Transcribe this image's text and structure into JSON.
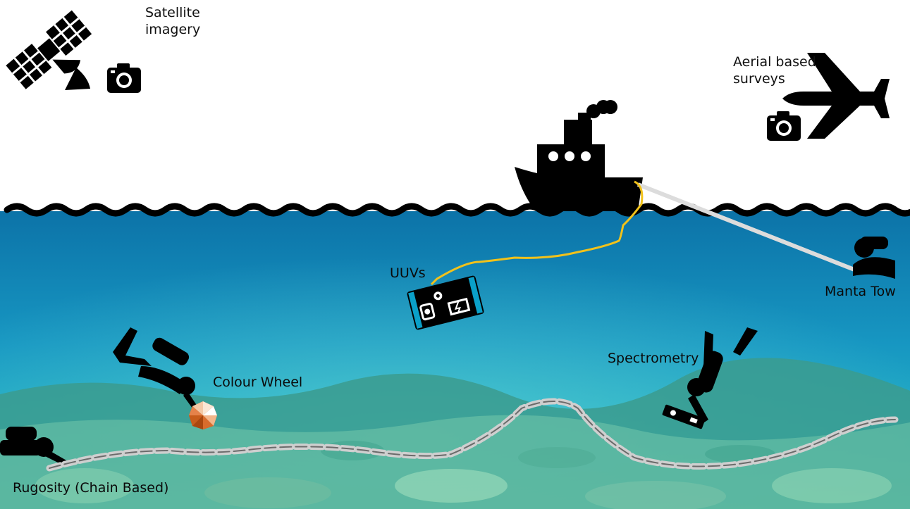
{
  "labels": {
    "satellite": [
      "Satellite",
      "imagery"
    ],
    "aerial": [
      "Aerial based",
      "surveys"
    ],
    "uuvs": "UUVs",
    "manta_tow": "Manta Tow",
    "colour_wheel": "Colour Wheel",
    "spectrometry": "Spectrometry",
    "rugosity": "Rugosity (Chain Based)"
  },
  "colors": {
    "sky": "#ffffff",
    "water_top": "#0f7fb3",
    "water_mid": "#1aa3c7",
    "water_bottom": "#2fc4c9",
    "silhouette": "#000000",
    "tether": "#f2c21a",
    "tow_line": "#d9d9d9",
    "chain": "#c8c8c8",
    "colour_wheel": [
      "#a5460f",
      "#c85f1c",
      "#e07a34",
      "#f0a066",
      "#f7c7a0",
      "#fbe3cf",
      "#ffffff"
    ]
  },
  "icons": [
    "satellite-icon",
    "camera-icon",
    "airplane-icon",
    "boat-icon",
    "uuv-icon",
    "diver-icon",
    "chain-icon",
    "colour-wheel-icon",
    "spectrometer-icon"
  ]
}
